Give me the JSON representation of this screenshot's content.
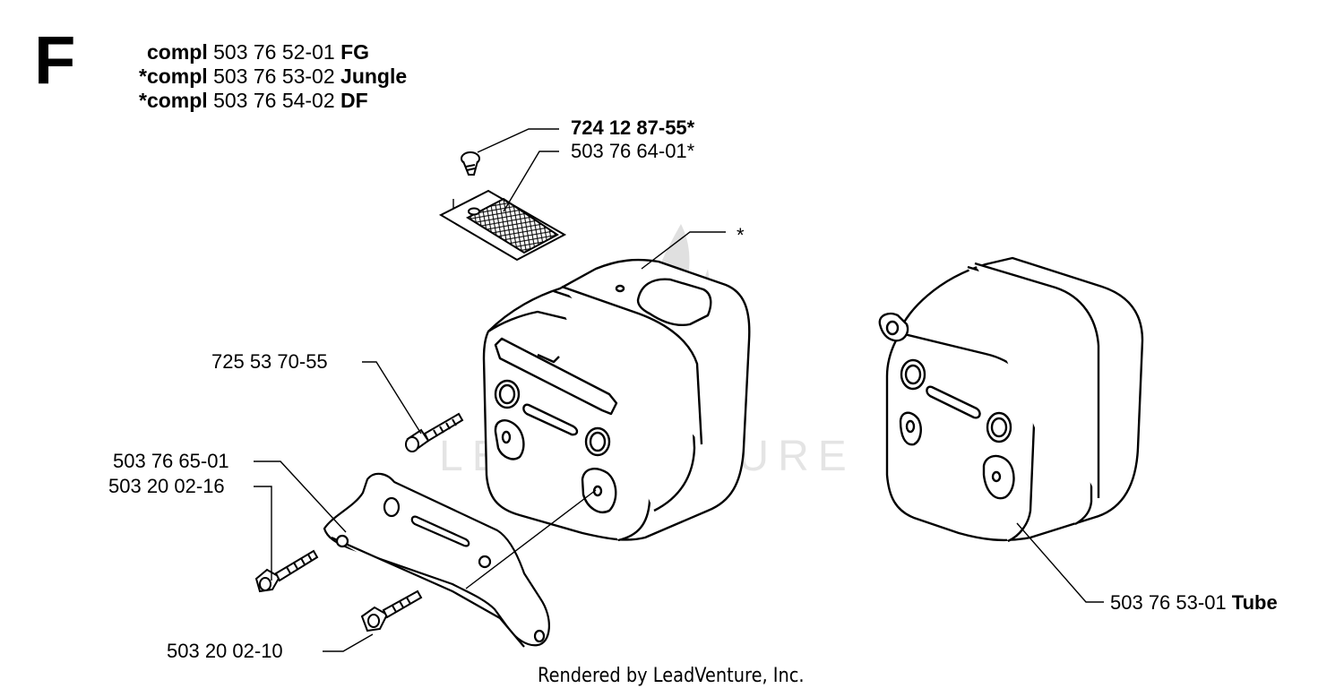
{
  "section_letter": "F",
  "header_lines": [
    {
      "prefix": "compl",
      "number": "503 76 52-01",
      "variant": "FG"
    },
    {
      "prefix": "*compl",
      "number": "503 76 53-02",
      "variant": "Jungle"
    },
    {
      "prefix": "*compl",
      "number": "503 76 54-02",
      "variant": "DF"
    }
  ],
  "part_labels": {
    "screw_top": "724 12 87-55*",
    "spark_screen": "503 76 64-01*",
    "muffler_asterisk": "*",
    "bolt_long": "725 53 70-55",
    "bracket": "503 76 65-01",
    "bolt_small": "503 20 02-16",
    "bolt_bottom": "503 20 02-10",
    "tube_number": "503 76 53-01",
    "tube_word": "Tube"
  },
  "watermark": "LEADVENTURE",
  "footer": "Rendered by LeadVenture, Inc."
}
